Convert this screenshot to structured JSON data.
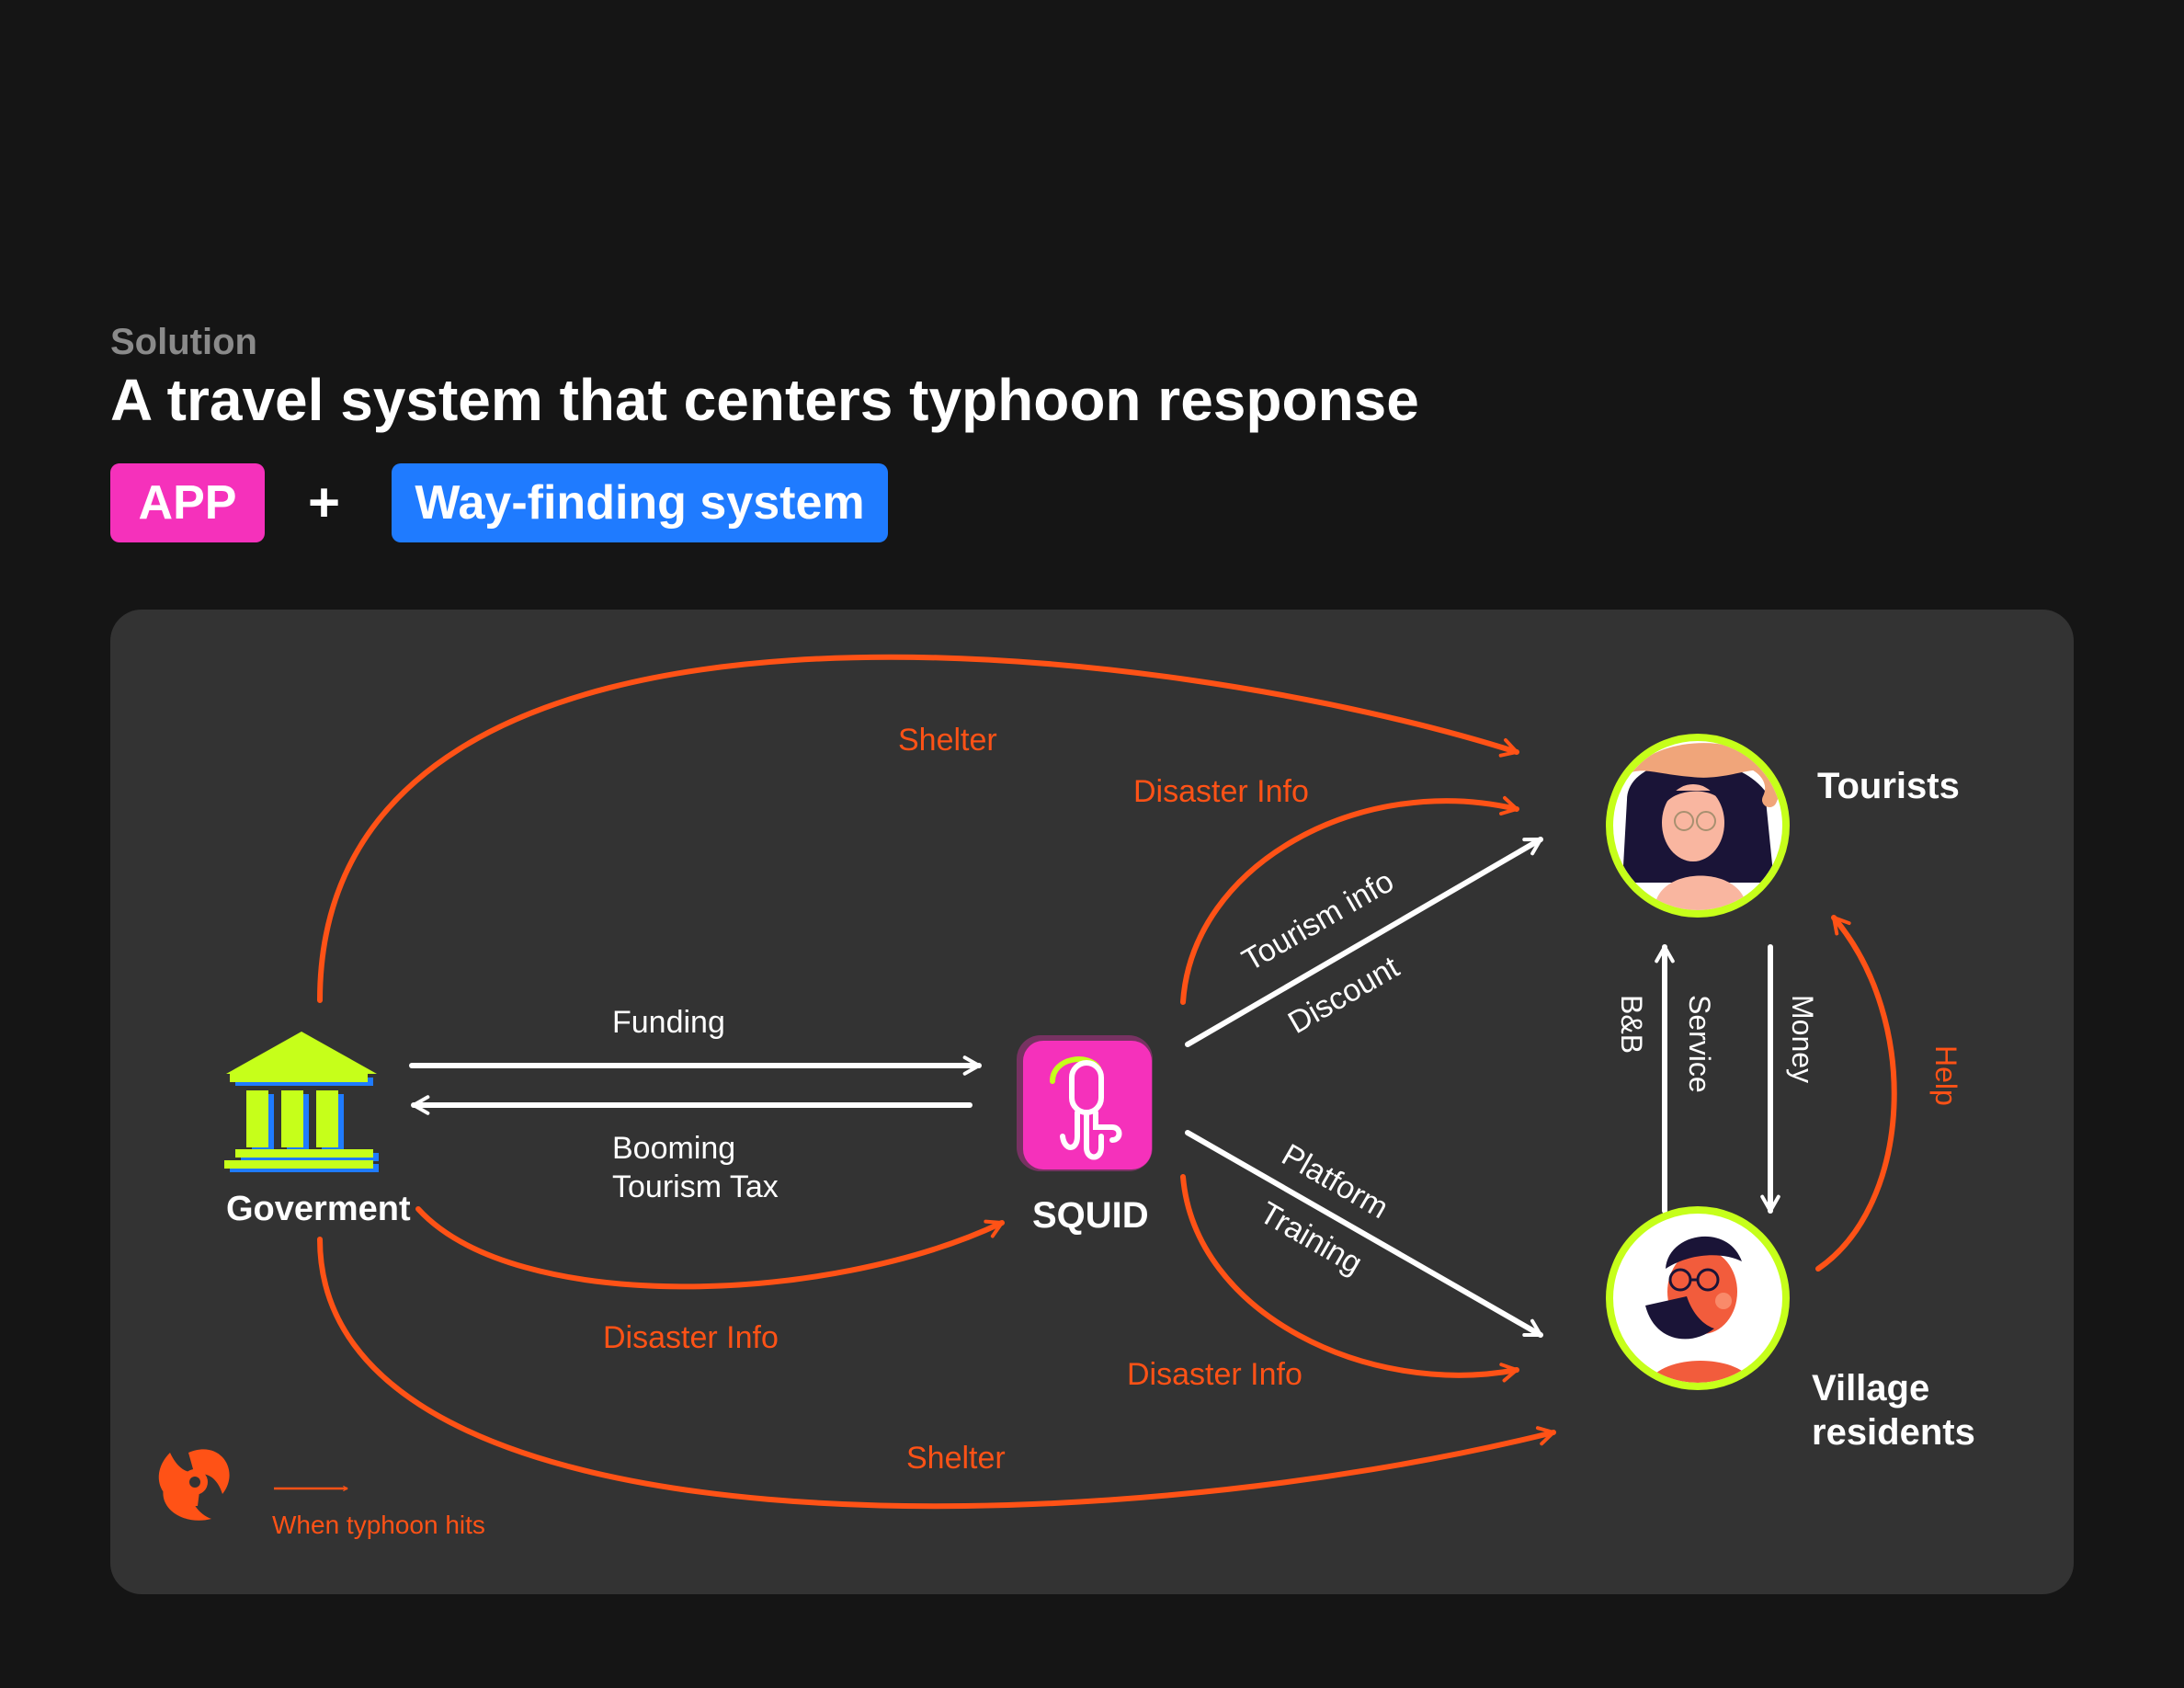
{
  "header": {
    "eyebrow": "Solution",
    "title": "A travel system that centers typhoon response",
    "chip_app": "APP",
    "plus": "+",
    "chip_wayfinding": "Way-finding system"
  },
  "colors": {
    "background": "#151515",
    "panel": "#333333",
    "typhoon_flow": "#ff5216",
    "normal_flow": "#ffffff",
    "app_pink": "#f531bb",
    "wayfinding_blue": "#1f7bff",
    "avatar_ring": "#c6ff1a"
  },
  "nodes": {
    "government": {
      "label": "Goverment",
      "icon": "government-building-icon"
    },
    "squid": {
      "label": "SQUID",
      "icon": "squid-app-icon"
    },
    "tourists": {
      "label": "Tourists",
      "icon": "tourist-avatar"
    },
    "village": {
      "label_line1": "Village",
      "label_line2": "residents",
      "icon": "resident-avatar"
    }
  },
  "flows": {
    "funding": "Funding",
    "tax_line1": "Booming",
    "tax_line2": "Tourism Tax",
    "shelter_top": "Shelter",
    "disaster_info_tourists": "Disaster Info",
    "tourism_info": "Tourism info",
    "discount": "Discount",
    "platform": "Platform",
    "training": "Training",
    "disaster_info_gov_squid": "Disaster Info",
    "disaster_info_village": "Disaster Info",
    "shelter_bottom": "Shelter",
    "bnb": "B&B",
    "service": "Service",
    "money": "Money",
    "help": "Help"
  },
  "legend": {
    "label": "When typhoon hits",
    "icon": "typhoon-icon"
  }
}
